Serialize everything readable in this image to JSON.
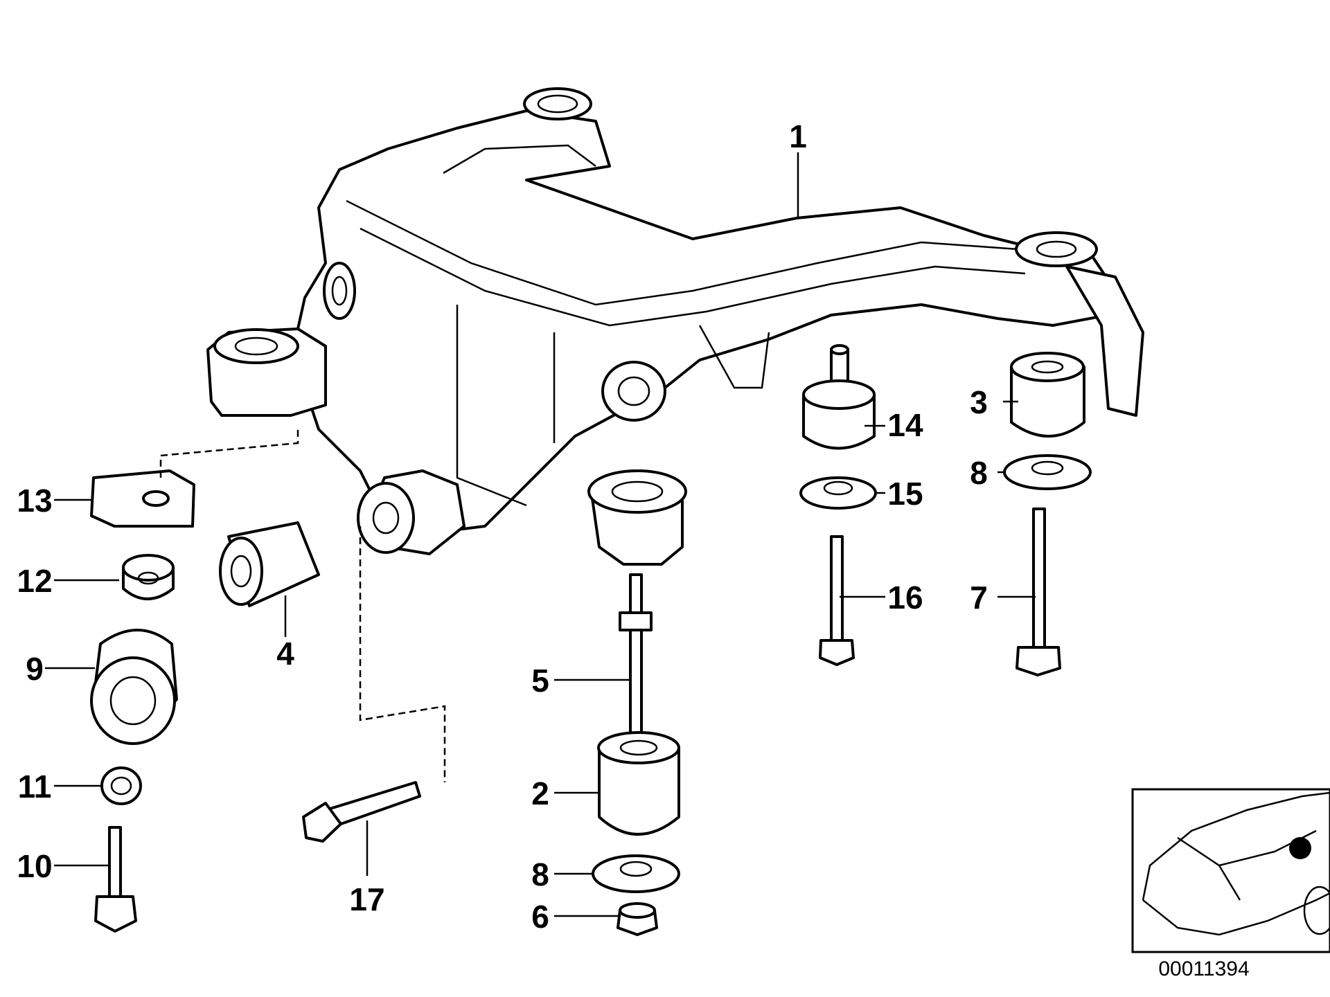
{
  "diagram": {
    "callouts": {
      "c1": "1",
      "c2": "2",
      "c3": "3",
      "c4": "4",
      "c5": "5",
      "c6": "6",
      "c7": "7",
      "c8a": "8",
      "c8b": "8",
      "c9": "9",
      "c10": "10",
      "c11": "11",
      "c12": "12",
      "c13": "13",
      "c14": "14",
      "c15": "15",
      "c16": "16",
      "c17": "17"
    },
    "diagram_code": "00011394"
  }
}
